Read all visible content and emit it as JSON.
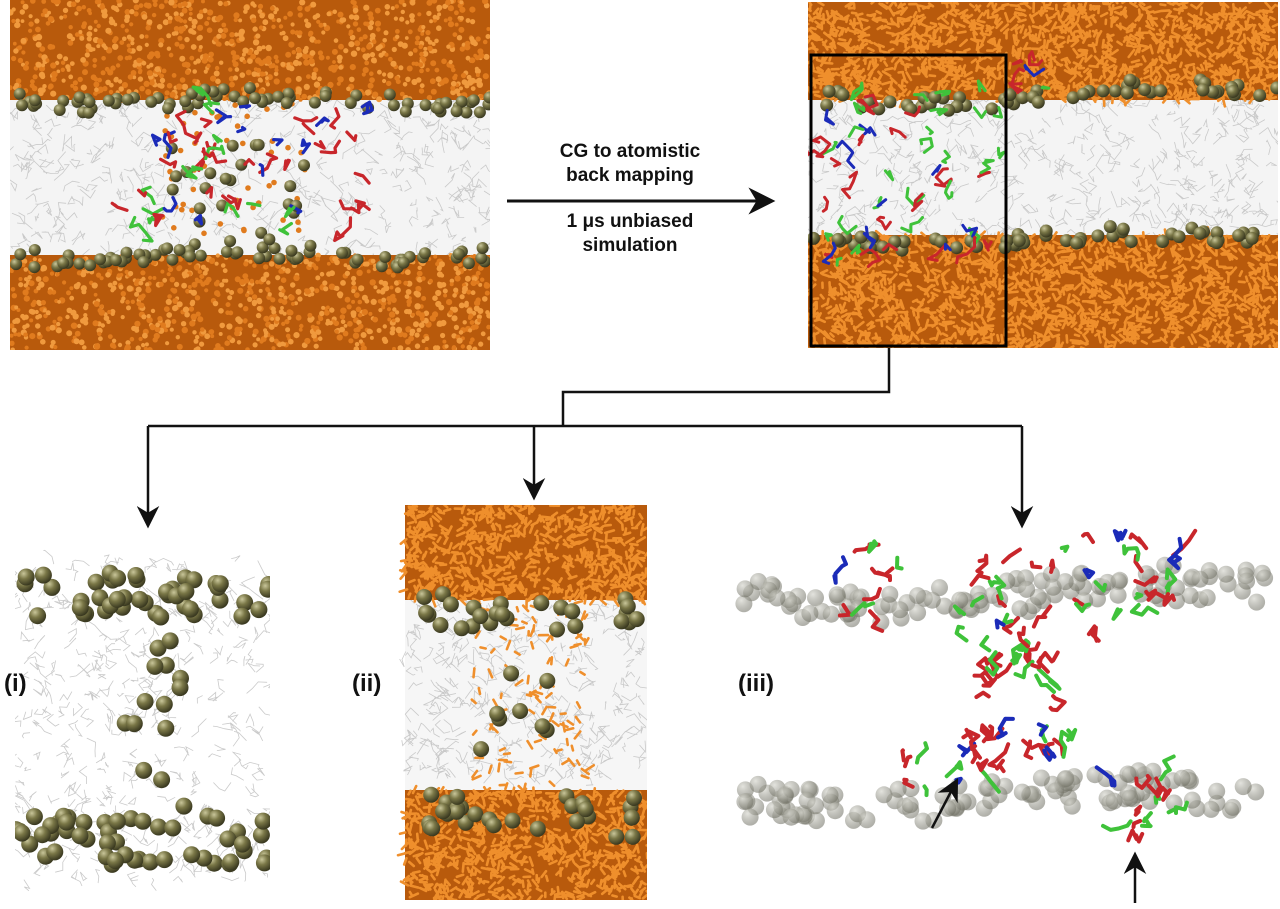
{
  "arrow_caption": {
    "line1": "CG to atomistic",
    "line2": "back mapping",
    "line3": "1 μs unbiased",
    "line4": "simulation"
  },
  "panel_labels": {
    "i": "(i)",
    "ii": "(ii)",
    "iii": "(iii)"
  },
  "colors": {
    "water": "#e07b1e",
    "water_dark": "#b85a0c",
    "headgroup": "#6b6a3c",
    "lipid_tail": "#c4c4c4",
    "peptide_red": "#c8262b",
    "peptide_green": "#3fc23a",
    "peptide_blue": "#1b2bb8",
    "arrow": "#111111",
    "box": "#000000"
  }
}
